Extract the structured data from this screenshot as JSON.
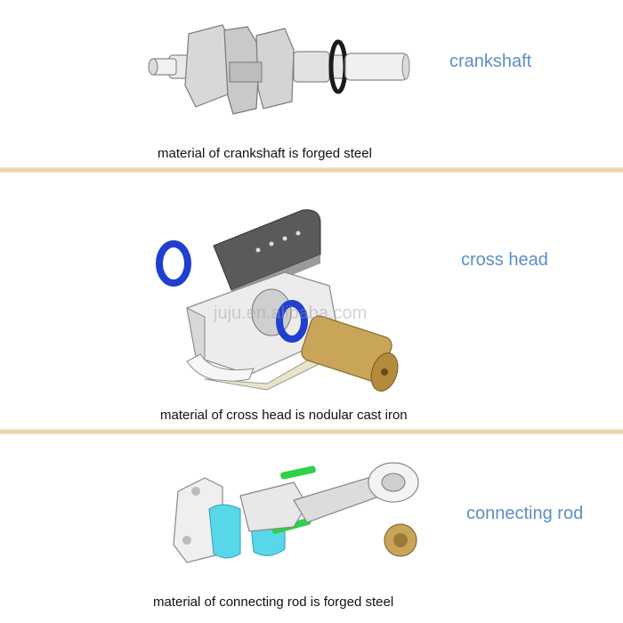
{
  "sections": {
    "crankshaft": {
      "title": "crankshaft",
      "caption": "material of crankshaft is forged steel"
    },
    "cross_head": {
      "title": "cross head",
      "caption": "material of cross head is  nodular cast iron",
      "watermark": "juju.en.alibaba.com"
    },
    "connecting_rod": {
      "title": "connecting rod",
      "caption": "material of connecting rod is forged steel"
    }
  },
  "colors": {
    "title": "#5b8fc7",
    "divider": "#e7cfa4",
    "bearing_blue": "#1f3fd0",
    "bearing_cyan": "#58d7e8",
    "brass": "#c9a55a",
    "bolt_green": "#2fd04a"
  }
}
